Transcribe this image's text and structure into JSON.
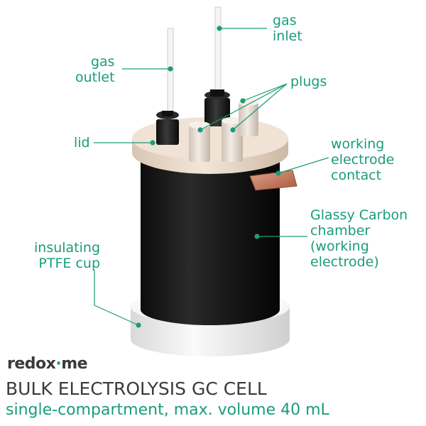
{
  "labels": {
    "gas_inlet": "gas\ninlet",
    "gas_outlet": "gas\noutlet",
    "plugs": "plugs",
    "lid": "lid",
    "working_electrode_contact": "working\nelectrode\ncontact",
    "glassy_carbon_chamber": "Glassy Carbon\nchamber\n(working\nelectrode)",
    "insulating_ptfe_cup": "insulating\nPTFE cup"
  },
  "brand": {
    "part1": "redox",
    "dot": "·",
    "part2": "me"
  },
  "title": "BULK ELECTROLYSIS GC CELL",
  "subtitle": "single-compartment, max. volume 40 mL",
  "colors": {
    "accent": "#1a9c7a",
    "title_text": "#3b3b3b",
    "chamber": "#1b1b1b",
    "ptfe_cup": "#f1f1f1",
    "lid": "#ecdccc",
    "plug": "#e6dbd0",
    "copper": "#c8785c",
    "tube": "#f4f4f4"
  }
}
